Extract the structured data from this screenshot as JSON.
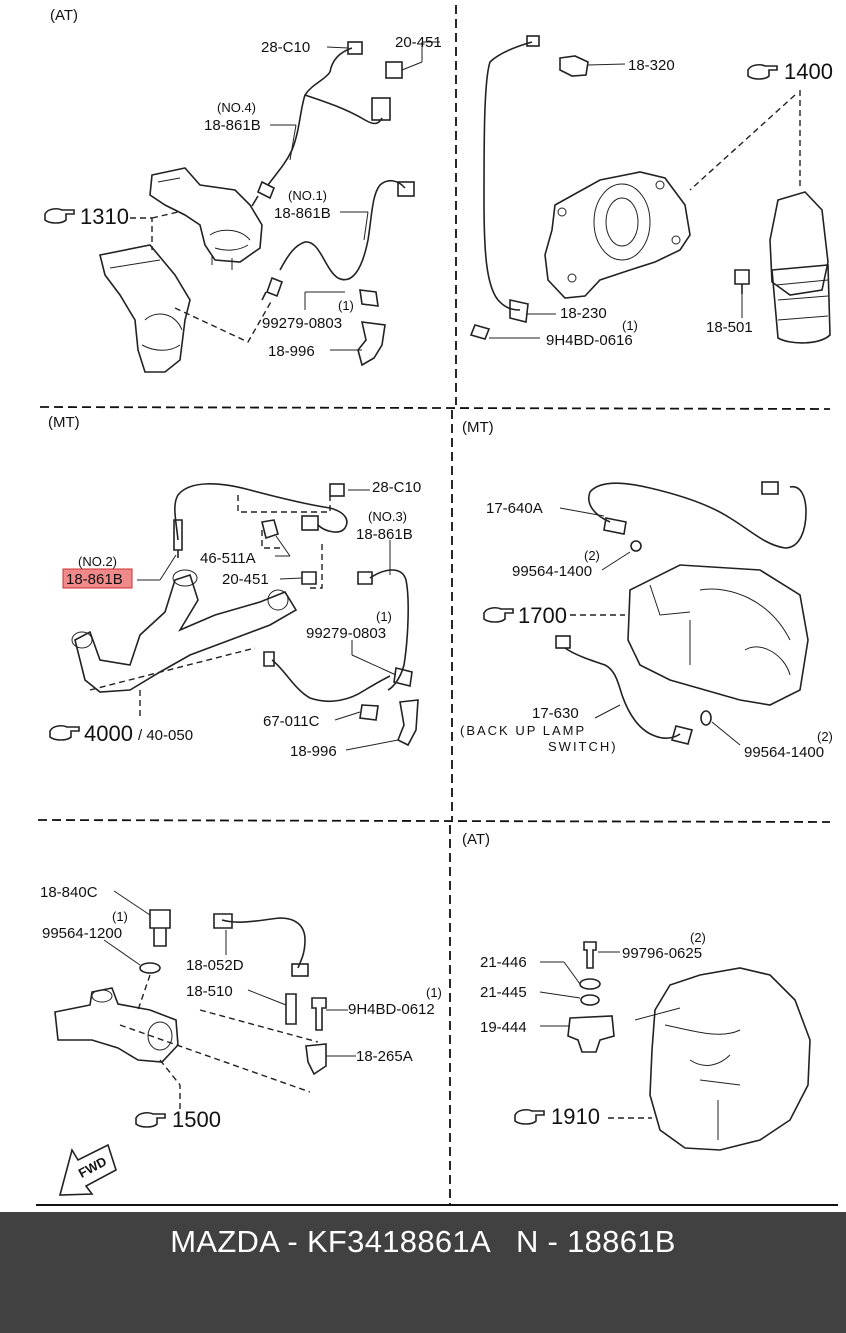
{
  "colors": {
    "footer_bg": "#414141",
    "footer_text": "#ffffff",
    "highlight": "#f08a8a"
  },
  "quadrants": {
    "top_left": {
      "header": "(AT)",
      "labels": {
        "l28c10": "28-C10",
        "l20451": "20-451",
        "no4": "(NO.4)",
        "l18861b_a": "18-861B",
        "ref1310": "1310",
        "no1": "(NO.1)",
        "l18861b_b": "18-861B",
        "qty1": "(1)",
        "l99279": "99279-0803",
        "l18996": "18-996"
      }
    },
    "top_right": {
      "labels": {
        "l18320": "18-320",
        "ref1400": "1400",
        "l18230": "18-230",
        "qty1": "(1)",
        "l9h4bd0616": "9H4BD-0616",
        "l18501": "18-501"
      }
    },
    "mid_left": {
      "header": "(MT)",
      "labels": {
        "l28c10": "28-C10",
        "no3": "(NO.3)",
        "l18861b_c": "18-861B",
        "no2": "(NO.2)",
        "l18861b_hl": "18-861B",
        "l46511a": "46-511A",
        "l20451": "20-451",
        "qty1": "(1)",
        "l99279": "99279-0803",
        "ref4000": "4000",
        "l40050": "/ 40-050",
        "l67011c": "67-011C",
        "l18996": "18-996"
      }
    },
    "mid_right": {
      "header": "(MT)",
      "labels": {
        "l17640a": "17-640A",
        "qty2a": "(2)",
        "l99564_a": "99564-1400",
        "ref1700": "1700",
        "l17630": "17-630",
        "backup1": "(BACK  UP  LAMP",
        "backup2": "SWITCH)",
        "qty2b": "(2)",
        "l99564_b": "99564-1400"
      }
    },
    "bottom_left": {
      "labels": {
        "l18840c": "18-840C",
        "qty1a": "(1)",
        "l99564_1200": "99564-1200",
        "l18052d": "18-052D",
        "l18510": "18-510",
        "qty1b": "(1)",
        "l9h4bd0612": "9H4BD-0612",
        "l18265a": "18-265A",
        "ref1500": "1500",
        "fwd": "FWD"
      }
    },
    "bottom_right": {
      "header": "(AT)",
      "labels": {
        "qty2": "(2)",
        "l21446": "21-446",
        "l99796": "99796-0625",
        "l21445": "21-445",
        "l19444": "19-444",
        "ref1910": "1910"
      }
    }
  },
  "footer": {
    "text": "MAZDA - KF3418861A   N - 18861B"
  }
}
